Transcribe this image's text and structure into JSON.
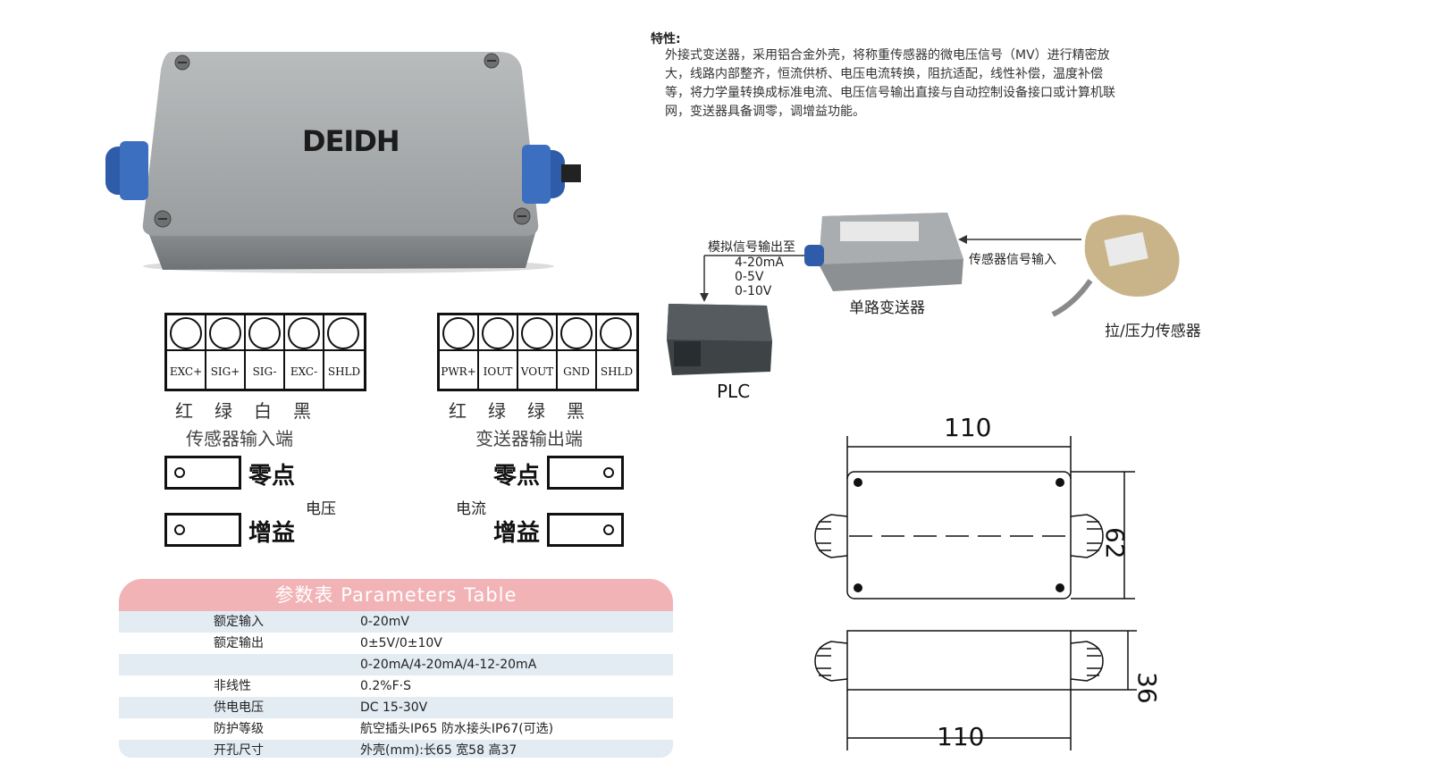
{
  "product": {
    "logo_text": "DEIDH"
  },
  "features": {
    "title": "特性:",
    "lines": [
      "外接式变送器，采用铝合金外壳，将称重传感器的微电压信号（MV）进行精密放",
      "大，线路内部整齐，恒流供桥、电压电流转换，阻抗适配，线性补偿，温度补偿",
      "等，将力学量转换成标准电流、电压信号输出直接与自动控制设备接口或计算机联",
      "网，变送器具备调零，调增益功能。"
    ]
  },
  "input_block": {
    "terminals": [
      "EXC+",
      "SIG+",
      "SIG-",
      "EXC-",
      "SHLD"
    ],
    "wire_colors": [
      "红",
      "绿",
      "白",
      "黑"
    ],
    "caption": "传感器输入端",
    "zero_label": "零点",
    "gain_label": "增益",
    "mode_label": "电压"
  },
  "output_block": {
    "terminals": [
      "PWR+",
      "IOUT",
      "VOUT",
      "GND",
      "SHLD"
    ],
    "wire_colors": [
      "红",
      "绿",
      "绿",
      "黑"
    ],
    "caption": "变送器输出端",
    "zero_label": "零点",
    "gain_label": "增益",
    "mode_label": "电流"
  },
  "params_table": {
    "title": "参数表  Parameters Table",
    "rows": [
      {
        "key": "额定输入",
        "value": "0-20mV"
      },
      {
        "key": "额定输出",
        "value": "0±5V/0±10V"
      },
      {
        "key": "",
        "value": "0-20mA/4-20mA/4-12-20mA"
      },
      {
        "key": "非线性",
        "value": "0.2%F·S"
      },
      {
        "key": "供电电压",
        "value": "DC 15-30V"
      },
      {
        "key": "防护等级",
        "value": "航空插头IP65  防水接头IP67(可选)"
      },
      {
        "key": "开孔尺寸",
        "value": "外壳(mm):长65 宽58 高37"
      }
    ],
    "colors": {
      "header": "#f1b3b6",
      "row_alt": "#e3ebf3"
    }
  },
  "connection_diagram": {
    "output_label": "模拟信号输出至",
    "output_signals": [
      "4-20mA",
      "0-5V",
      "0-10V"
    ],
    "input_label": "传感器信号输入",
    "transmitter_label": "单路变送器",
    "plc_label": "PLC",
    "sensor_label": "拉/压力传感器"
  },
  "dimensions": {
    "top_width": "110",
    "height": "62",
    "side_height": "36",
    "bottom_width": "110"
  }
}
